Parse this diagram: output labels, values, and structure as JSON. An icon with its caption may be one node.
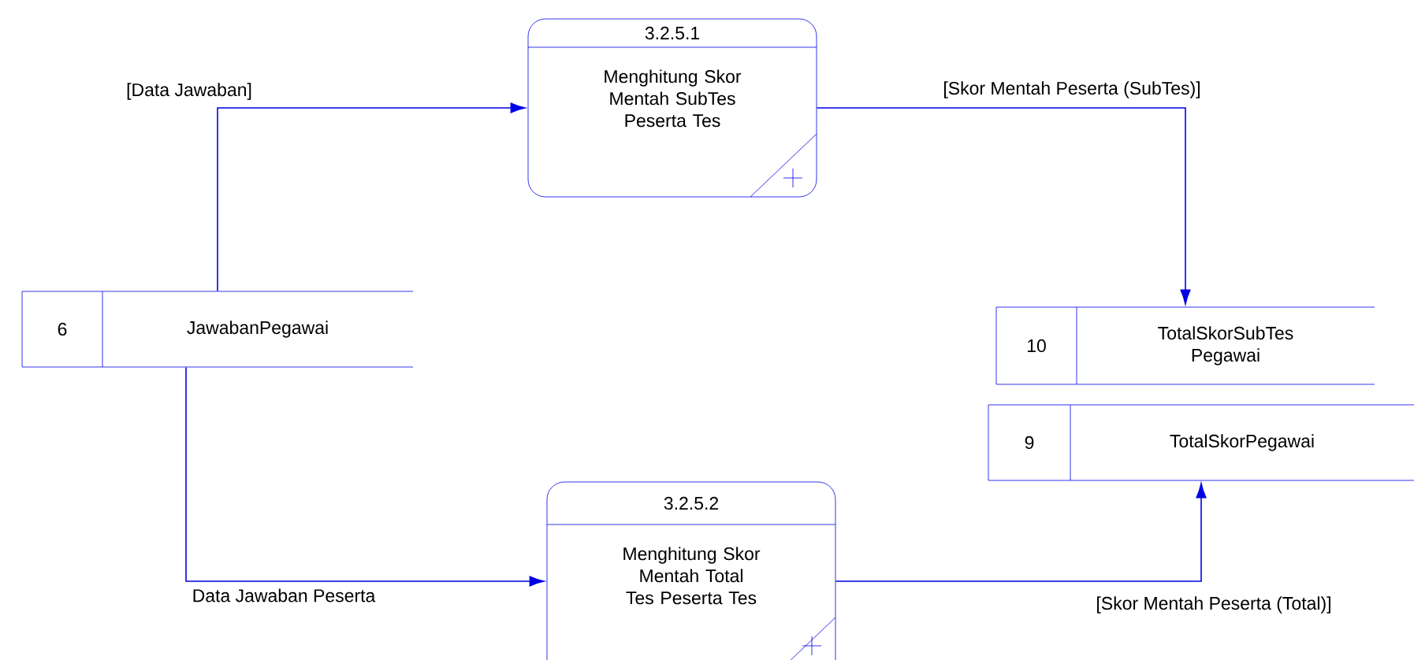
{
  "diagram": {
    "nodes": [
      {
        "text": [
          "3.2.5.1",
          "Menghitung Skor Mentah SubTes Peserta Tes"
        ]
      },
      {
        "text": [
          "6",
          "JawabanPegawai"
        ]
      },
      {
        "text": [
          "10",
          "TotalSkorSubTes Pegawai"
        ]
      },
      {
        "text": [
          "9",
          "TotalSkorPegawai"
        ]
      },
      {
        "text": [
          "3.2.5.2",
          "Menghitung Skor Mentah Total Tes Peserta Tes"
        ]
      }
    ],
    "edges": [
      {
        "from": 1,
        "to": 0,
        "arrow": "to",
        "label": "[Data Jawaban]"
      },
      {
        "from": 0,
        "to": 2,
        "arrow": "to",
        "label": "[Skor Mentah Peserta (SubTes)]"
      },
      {
        "from": 1,
        "to": 4,
        "arrow": "to",
        "label": "Data Jawaban Peserta"
      },
      {
        "from": 4,
        "to": 3,
        "arrow": "to",
        "label": "[Skor Mentah Peserta (Total)]"
      }
    ]
  }
}
